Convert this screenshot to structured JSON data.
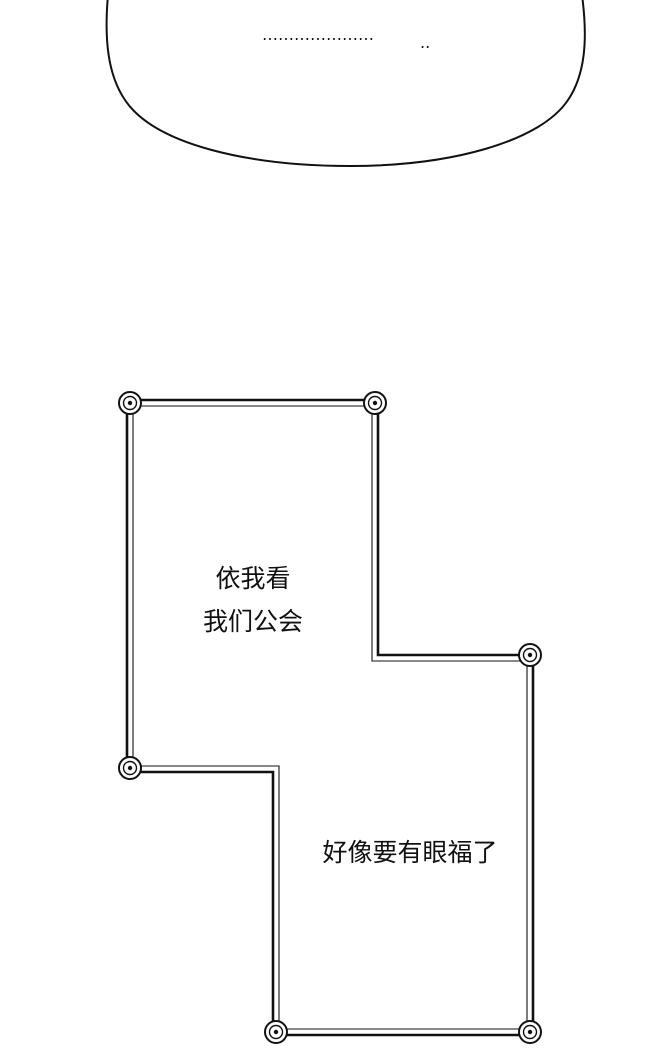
{
  "speech_bubble": {
    "text": "…………………",
    "trailing_dots": ".."
  },
  "caption_box": {
    "line_1": "依我看",
    "line_2": "我们公会",
    "line_3": "好像要有眼福了"
  },
  "colors": {
    "ink": "#111111",
    "paper": "#ffffff"
  }
}
